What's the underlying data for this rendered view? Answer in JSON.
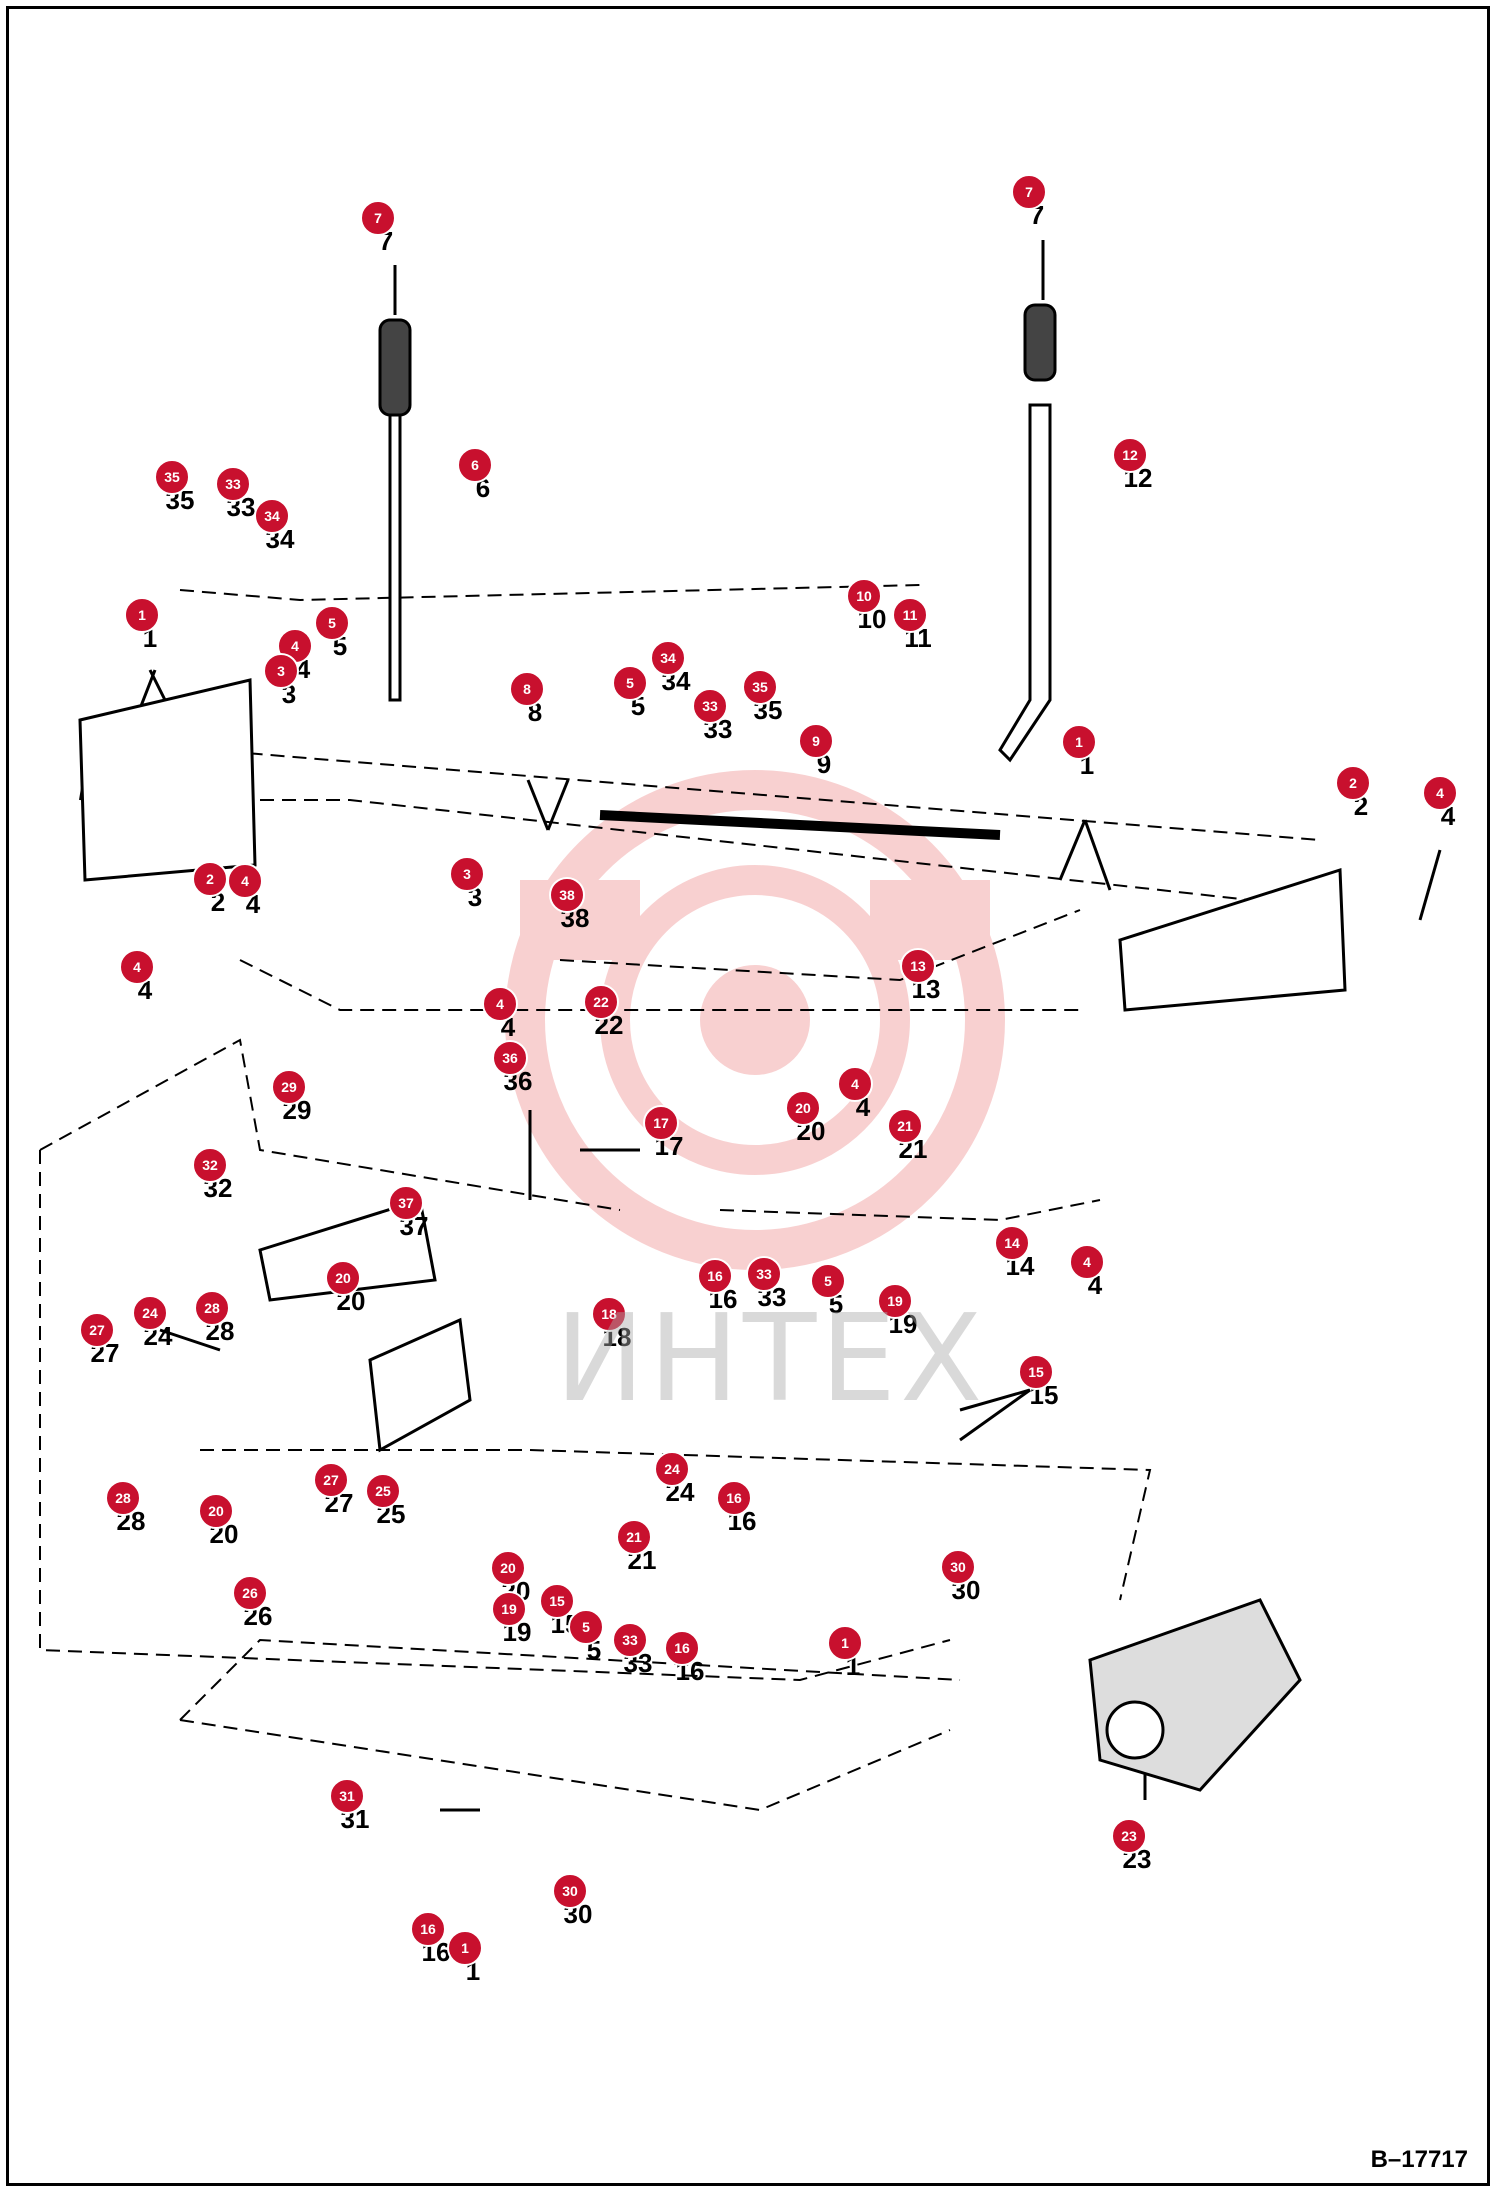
{
  "drawing_ref": "B–17717",
  "watermark": "ИНТЕХ",
  "colors": {
    "badge": "#c8102e",
    "line": "#000000",
    "watermark": "#e03030"
  },
  "callouts": [
    "7",
    "7",
    "6",
    "12",
    "35",
    "33",
    "34",
    "1",
    "5",
    "4",
    "3",
    "8",
    "34",
    "5",
    "33",
    "35",
    "9",
    "10",
    "11",
    "1",
    "2",
    "4",
    "2",
    "4",
    "3",
    "38",
    "13",
    "4",
    "4",
    "22",
    "29",
    "36",
    "17",
    "20",
    "4",
    "21",
    "32",
    "37",
    "20",
    "14",
    "4",
    "28",
    "27",
    "24",
    "16",
    "33",
    "5",
    "18",
    "19",
    "15",
    "28",
    "20",
    "27",
    "25",
    "24",
    "16",
    "26",
    "30",
    "21",
    "20",
    "15",
    "19",
    "5",
    "33",
    "16",
    "1",
    "23",
    "31",
    "30",
    "16",
    "1"
  ]
}
